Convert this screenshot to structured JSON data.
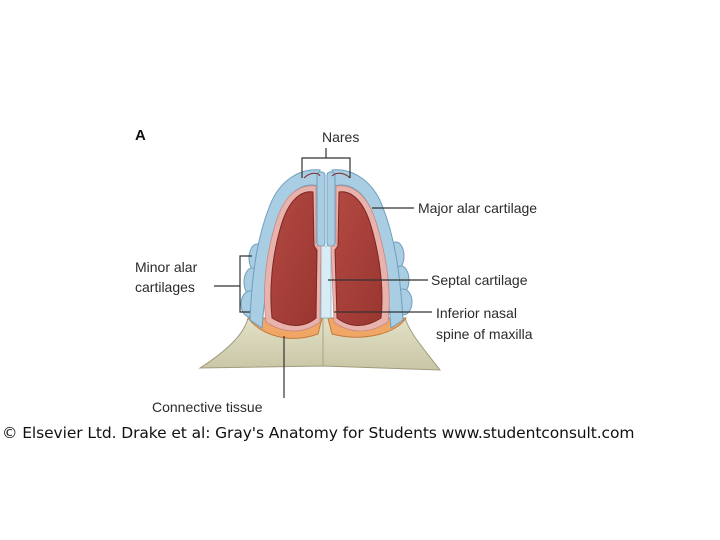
{
  "panel_letter": "A",
  "labels": {
    "nares": "Nares",
    "major_alar": "Major alar cartilage",
    "minor_alar_1": "Minor alar",
    "minor_alar_2": "cartilages",
    "septal": "Septal cartilage",
    "inferior_spine_1": "Inferior nasal",
    "inferior_spine_2": "spine of maxilla",
    "connective": "Connective tissue"
  },
  "credit": "© Elsevier Ltd. Drake et al: Gray's Anatomy for Students www.studentconsult.com",
  "colors": {
    "cartilage_blue": "#a9cde3",
    "cartilage_outline": "#6f9fbd",
    "cavity_red": "#a8413b",
    "mucosa_pink": "#e9b3ad",
    "connective_orange": "#f0a766",
    "maxilla_bone": "#d9d7bd",
    "septum_light": "#d8ecf6"
  }
}
